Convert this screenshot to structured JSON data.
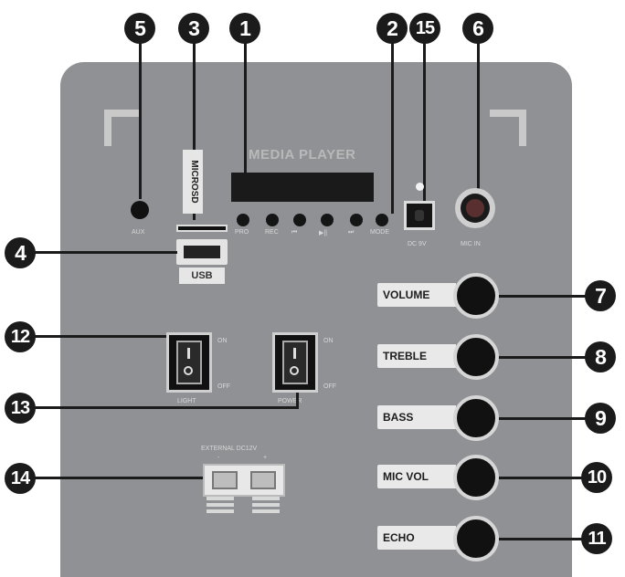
{
  "panel": {
    "media_player": "MEDIA PLAYER",
    "microsd": "MICROSD",
    "usb": "USB",
    "aux": "AUX",
    "dc_label": "DC 9V",
    "mic_in": "MIC IN",
    "buttons": [
      "PRO",
      "REC",
      "⏮",
      "▶||",
      "⏭",
      "MODE"
    ],
    "light_switch": {
      "label": "LIGHT",
      "on": "ON",
      "off": "OFF"
    },
    "power_switch": {
      "label": "POWER",
      "on": "ON",
      "off": "OFF"
    },
    "external": "EXTERNAL DC12V",
    "terminal_minus": "-",
    "terminal_plus": "+"
  },
  "knobs": [
    {
      "label": "VOLUME",
      "number": "7"
    },
    {
      "label": "TREBLE",
      "number": "8"
    },
    {
      "label": "BASS",
      "number": "9"
    },
    {
      "label": "MIC VOL",
      "number": "10"
    },
    {
      "label": "ECHO",
      "number": "11"
    }
  ],
  "callouts": {
    "c1": "1",
    "c2": "2",
    "c3": "3",
    "c4": "4",
    "c5": "5",
    "c6": "6",
    "c12": "12",
    "c13": "13",
    "c14": "14",
    "c15": "15"
  }
}
